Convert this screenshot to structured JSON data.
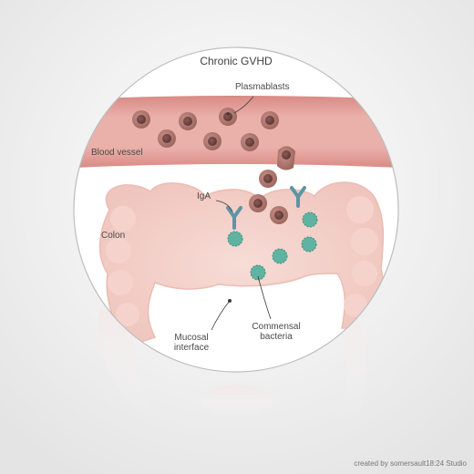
{
  "diagram": {
    "title": "Chronic GVHD",
    "labels": {
      "plasmablasts": "Plasmablasts",
      "blood_vessel": "Blood vessel",
      "iga": "IgA",
      "colon": "Colon",
      "mucosal_interface_line1": "Mucosal",
      "mucosal_interface_line2": "interface",
      "commensal_bacteria_line1": "Commensal",
      "commensal_bacteria_line2": "bacteria"
    },
    "credit": "created by somersault18:24 Studio",
    "colors": {
      "vessel": "#e9a9a3",
      "vessel_edge": "#d98a84",
      "colon": "#f6d9d3",
      "cell": "#b77f76",
      "cell_nucleus": "#7a4c48",
      "antibody": "#5c96a4",
      "bacteria": "#5fb3a0",
      "background": "#eeeeee"
    }
  }
}
